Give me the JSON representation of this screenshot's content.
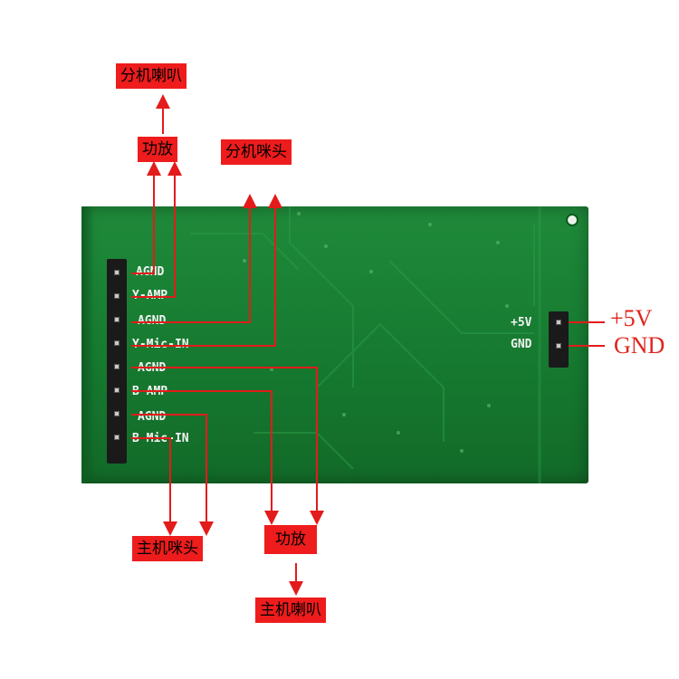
{
  "board": {
    "left_pins": [
      "AGND",
      "Y-AMP",
      "AGND",
      "Y-Mic-IN",
      "AGND",
      "B-AMP",
      "AGND",
      "B-Mic-IN"
    ],
    "right_pins": [
      "+5V",
      "GND"
    ]
  },
  "labels": {
    "top_speaker": "分机喇叭",
    "top_amp": "功放",
    "top_mic": "分机咪头",
    "bottom_mic": "主机咪头",
    "bottom_amp": "功放",
    "bottom_speaker": "主机喇叭",
    "power_5v": "+5V",
    "power_gnd": "GND"
  },
  "colors": {
    "board": "#1a8434",
    "wire": "#e31b1b",
    "label_bg": "#ee1c1c"
  }
}
